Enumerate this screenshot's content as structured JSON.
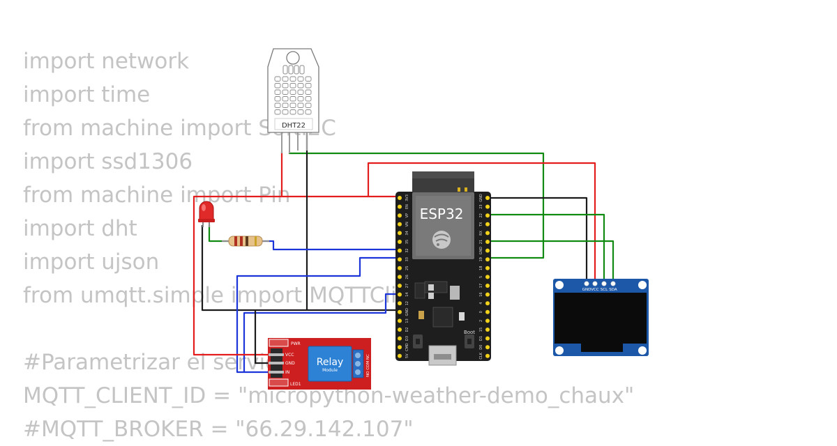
{
  "code_lines": [
    "import network",
    "import time",
    "from machine import SoftI2C",
    "import ssd1306",
    "from machine import Pin",
    "import dht",
    "import ujson",
    "from umqtt.simple import MQTTClient",
    "",
    "#Parametrizar el servidor",
    "MQTT_CLIENT_ID = \"micropython-weather-demo_chaux\"",
    "#MQTT_BROKER = \"66.29.142.107\""
  ],
  "dht22": {
    "label": "DHT22"
  },
  "esp32": {
    "label": "ESP32",
    "boot_label": "Boot",
    "left_pins": [
      "3V3",
      "EN",
      "VP",
      "VN",
      "34",
      "35",
      "32",
      "33",
      "25",
      "26",
      "27",
      "14",
      "12",
      "GND",
      "13",
      "D2",
      "D3",
      "CMD",
      "5V"
    ],
    "right_pins": [
      "GND",
      "23",
      "22",
      "TX",
      "RX",
      "21",
      "GND",
      "19",
      "18",
      "5",
      "17",
      "16",
      "4",
      "0",
      "2",
      "15",
      "D1",
      "D0",
      "CLK"
    ]
  },
  "oled": {
    "pin_labels": [
      "GND",
      "VCC",
      "SCL",
      "SDA"
    ]
  },
  "relay": {
    "title": "Relay",
    "subtitle": "Module",
    "pwr_label": "PWR",
    "led_label": "LED1",
    "pin_labels": [
      "VCC",
      "GND",
      "IN"
    ],
    "terminal_label": "NO COM NC"
  },
  "colors": {
    "wire_red": "#e31c1c",
    "wire_black": "#1a1a1a",
    "wire_green": "#108a10",
    "wire_blue": "#1c35d8",
    "code_text": "#c4c4c4"
  }
}
